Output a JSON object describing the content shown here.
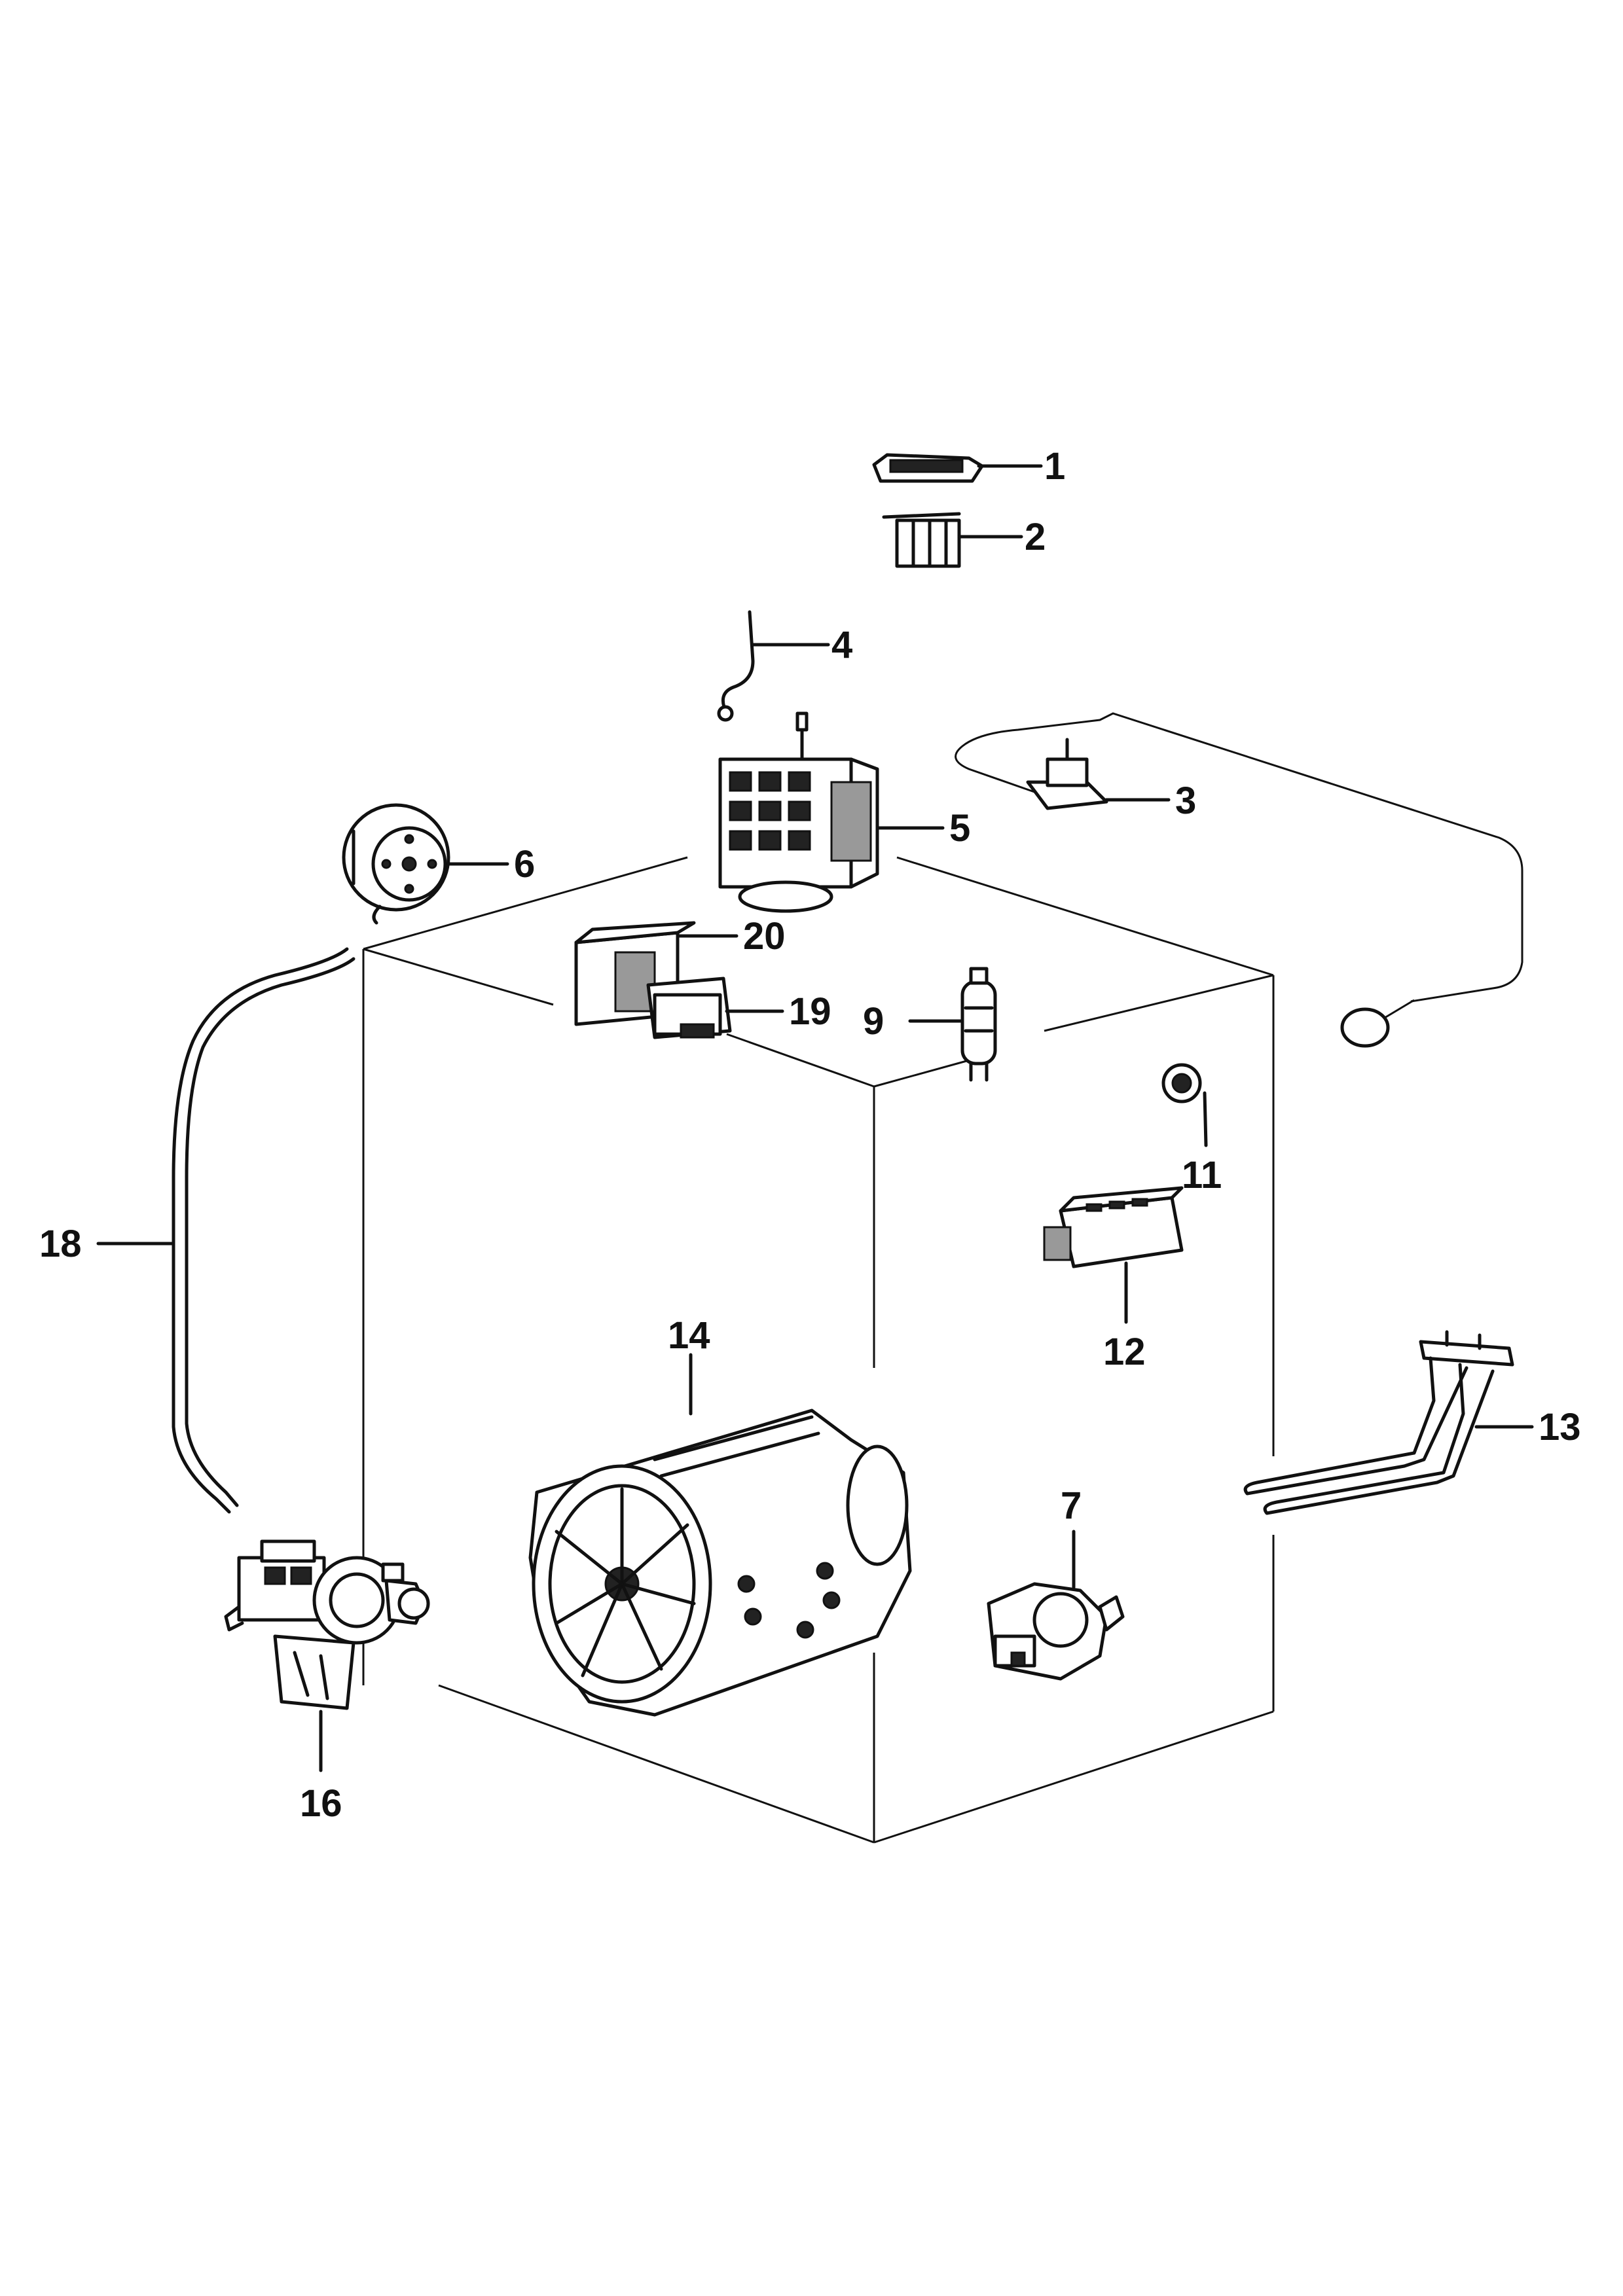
{
  "parts": [
    {
      "key": "p1",
      "label": "1",
      "icon": "gasket-plate-icon"
    },
    {
      "key": "p2",
      "label": "2",
      "icon": "switch-block-icon"
    },
    {
      "key": "p3",
      "label": "3",
      "icon": "thermostat-icon"
    },
    {
      "key": "p4",
      "label": "4",
      "icon": "probe-icon"
    },
    {
      "key": "p5",
      "label": "5",
      "icon": "programmer-timer-icon"
    },
    {
      "key": "p6",
      "label": "6",
      "icon": "pump-motor-icon"
    },
    {
      "key": "p7",
      "label": "7",
      "icon": "valve-icon"
    },
    {
      "key": "p9",
      "label": "9",
      "icon": "capacitor-icon"
    },
    {
      "key": "p11",
      "label": "11",
      "icon": "bushing-icon"
    },
    {
      "key": "p12",
      "label": "12",
      "icon": "door-interlock-icon"
    },
    {
      "key": "p13",
      "label": "13",
      "icon": "heating-element-icon"
    },
    {
      "key": "p14",
      "label": "14",
      "icon": "drum-motor-icon"
    },
    {
      "key": "p16",
      "label": "16",
      "icon": "drain-pump-icon"
    },
    {
      "key": "p18",
      "label": "18",
      "icon": "hose-icon"
    },
    {
      "key": "p19",
      "label": "19",
      "icon": "relay-icon"
    },
    {
      "key": "p20",
      "label": "20",
      "icon": "filter-block-icon"
    }
  ],
  "colors": {
    "ink": "#111111",
    "paper": "#ffffff"
  }
}
